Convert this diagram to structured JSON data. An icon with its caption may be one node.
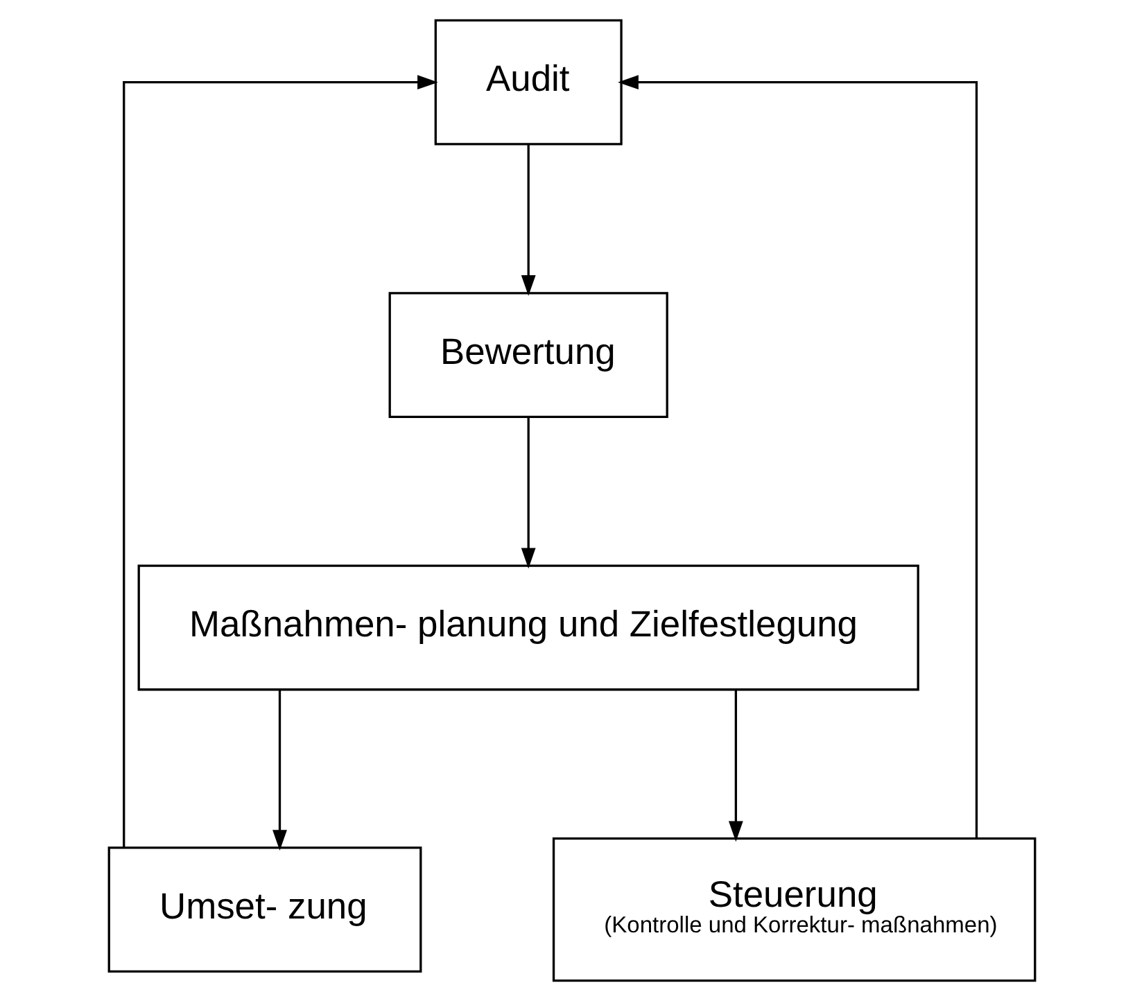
{
  "diagram": {
    "nodes": [
      {
        "text": [
          "Audit"
        ]
      },
      {
        "text": [
          "Bewertung"
        ]
      },
      {
        "text": [
          "Maßnahmen- planung und Zielfestlegung"
        ]
      },
      {
        "text": [
          "Umset- zung"
        ]
      },
      {
        "text": [
          "Steuerung",
          "(Kontrolle und Korrektur- maßnahmen)"
        ]
      }
    ],
    "edges": [
      {
        "from": 0,
        "to": 1,
        "arrow": "to"
      },
      {
        "from": 1,
        "to": 2,
        "arrow": "to"
      },
      {
        "from": 2,
        "to": 3,
        "arrow": "to"
      },
      {
        "from": 2,
        "to": 4,
        "arrow": "to"
      },
      {
        "from": 3,
        "to": 0,
        "arrow": "to"
      },
      {
        "from": 4,
        "to": 0,
        "arrow": "to"
      }
    ]
  }
}
